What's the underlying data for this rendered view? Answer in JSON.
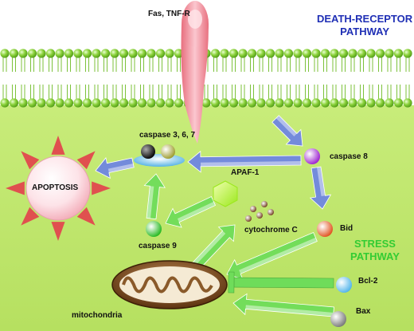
{
  "labels": {
    "receptor": "Fas, TNF-R",
    "death_pathway_line1": "DEATH-RECEPTOR",
    "death_pathway_line2": "PATHWAY",
    "caspase_367": "caspase 3, 6, 7",
    "caspase_8": "caspase 8",
    "apoptosis": "APOPTOSIS",
    "apaf1": "APAF-1",
    "cytochrome_c": "cytochrome C",
    "bid": "Bid",
    "caspase_9": "caspase 9",
    "stress_pathway_line1": "STRESS",
    "stress_pathway_line2": "PATHWAY",
    "bcl2": "Bcl-2",
    "mitochondria": "mitochondria",
    "bax": "Bax"
  },
  "colors": {
    "cytoplasm": "#c8ec7a",
    "membrane_bead": "#8cd23c",
    "death_pathway_text": "#1f2fb5",
    "stress_pathway_text": "#33cc33",
    "blue_arrow": "#6f86e0",
    "green_arrow": "#6fdc5a",
    "receptor": "#f49aa6",
    "apoptosis_ray": "#e0504f"
  }
}
